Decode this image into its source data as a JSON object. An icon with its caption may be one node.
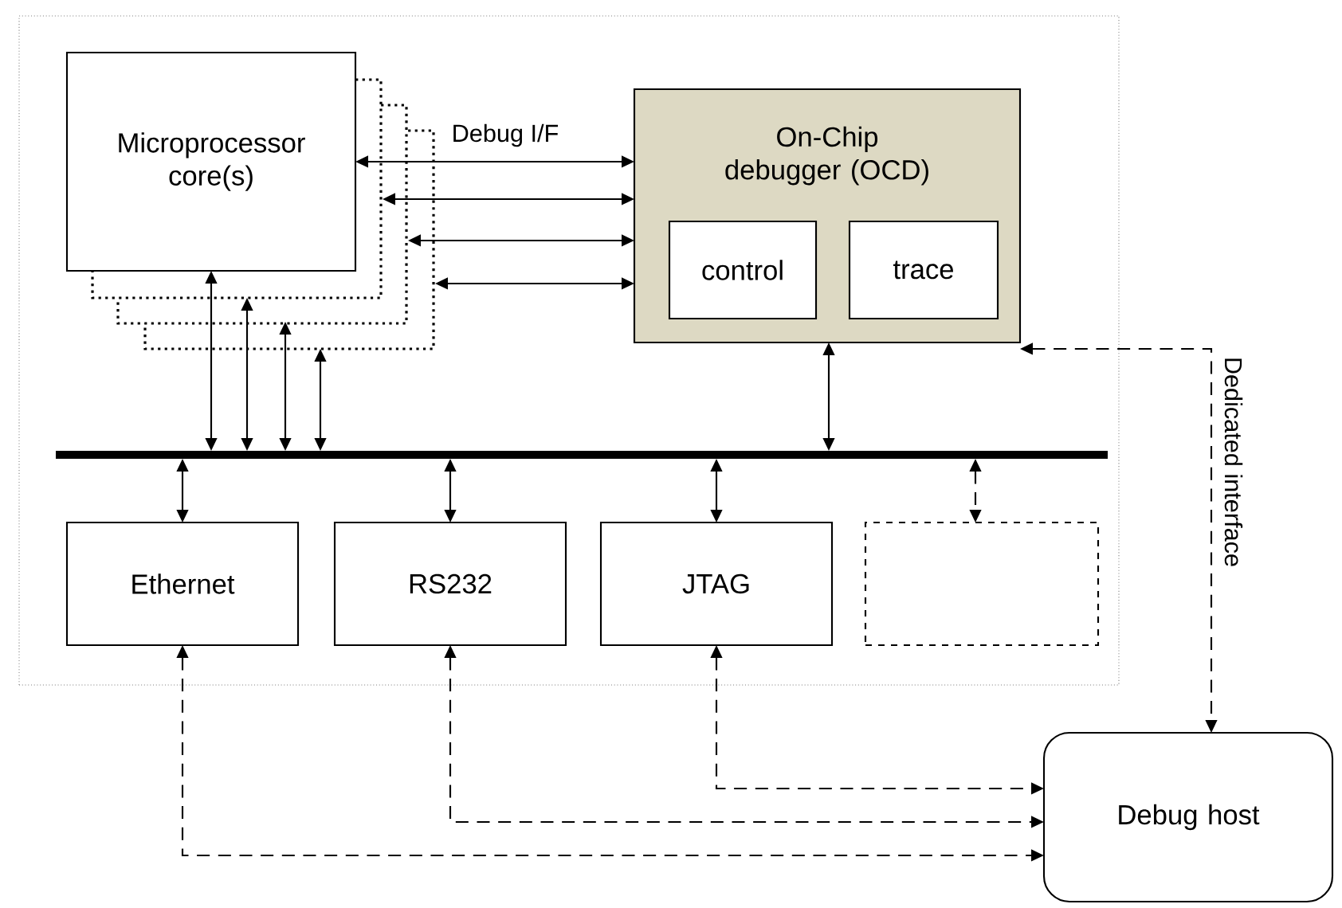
{
  "diagram": {
    "nodes": [
      {
        "text": [],
        "shape": "box"
      },
      {
        "text": [
          "Microprocessor core(s)"
        ],
        "in": 0
      },
      {
        "text": [
          "On-Chip debugger (OCD)"
        ],
        "in": 0
      },
      {
        "text": [
          "control"
        ],
        "in": 2
      },
      {
        "text": [
          "trace"
        ],
        "in": 2
      },
      {
        "text": [],
        "shape": "bar",
        "in": 0
      },
      {
        "text": [
          "Ethernet"
        ],
        "in": 0
      },
      {
        "text": [
          "RS232"
        ],
        "in": 0
      },
      {
        "text": [
          "JTAG"
        ],
        "in": 0
      },
      {
        "text": [],
        "shape": "box",
        "in": 0
      },
      {
        "text": [
          "Debug host"
        ]
      }
    ],
    "edges": [
      {
        "from": 1,
        "to": 2,
        "arrow": "both",
        "label": "Debug I/F"
      },
      {
        "from": 1,
        "to": 2,
        "arrow": "both"
      },
      {
        "from": 1,
        "to": 2,
        "arrow": "both"
      },
      {
        "from": 1,
        "to": 2,
        "arrow": "both"
      },
      {
        "from": 1,
        "to": 5,
        "arrow": "both"
      },
      {
        "from": 1,
        "to": 5,
        "arrow": "both"
      },
      {
        "from": 1,
        "to": 5,
        "arrow": "both"
      },
      {
        "from": 1,
        "to": 5,
        "arrow": "both"
      },
      {
        "from": 2,
        "to": 5,
        "arrow": "both"
      },
      {
        "from": 5,
        "to": 6,
        "arrow": "both"
      },
      {
        "from": 5,
        "to": 7,
        "arrow": "both"
      },
      {
        "from": 5,
        "to": 8,
        "arrow": "both"
      },
      {
        "from": 5,
        "to": 9,
        "arrow": "both",
        "style": "dashed"
      },
      {
        "from": 6,
        "to": 10,
        "arrow": "both",
        "style": "dashed"
      },
      {
        "from": 7,
        "to": 10,
        "arrow": "both",
        "style": "dashed"
      },
      {
        "from": 8,
        "to": 10,
        "arrow": "both",
        "style": "dashed"
      },
      {
        "from": 2,
        "to": 10,
        "arrow": "both",
        "style": "dashed",
        "label": "Dedicated interface"
      }
    ]
  }
}
